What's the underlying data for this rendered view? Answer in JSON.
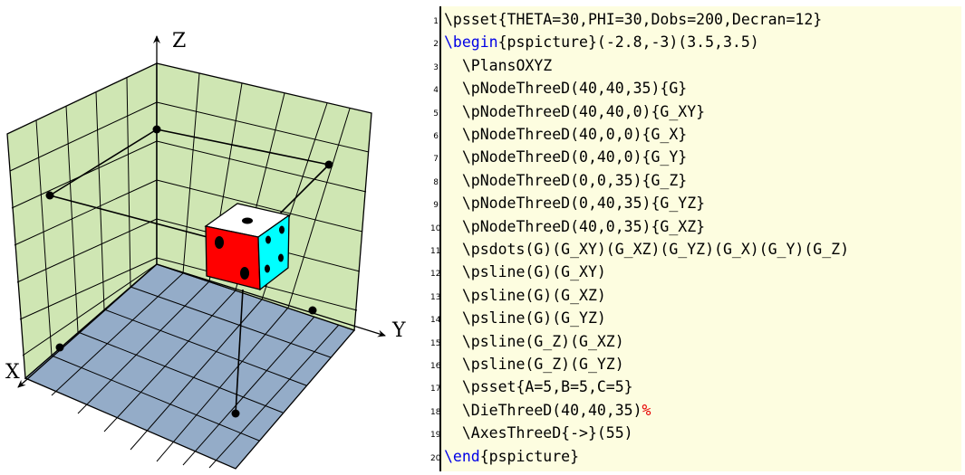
{
  "axes": {
    "x_label": "X",
    "y_label": "Y",
    "z_label": "Z"
  },
  "colors": {
    "wall": "#cfe6b3",
    "floor": "#94acc8",
    "die_top": "#ffffff",
    "die_front": "#ff0000",
    "die_right": "#00ffff",
    "code_background": "#fdfde0",
    "keyword": "#0000e6",
    "comment": "#e60000"
  },
  "code": [
    {
      "n": "1",
      "pre": "\\psset{THETA=30,PHI=30,Dobs=200,Decran=12}",
      "kw": "",
      "post": "",
      "cm": ""
    },
    {
      "n": "2",
      "pre": "",
      "kw": "\\begin",
      "post": "{pspicture}(-2.8,-3)(3.5,3.5)",
      "cm": ""
    },
    {
      "n": "3",
      "pre": "  \\PlansOXYZ",
      "kw": "",
      "post": "",
      "cm": ""
    },
    {
      "n": "4",
      "pre": "  \\pNodeThreeD(40,40,35){G}",
      "kw": "",
      "post": "",
      "cm": ""
    },
    {
      "n": "5",
      "pre": "  \\pNodeThreeD(40,40,0){G_XY}",
      "kw": "",
      "post": "",
      "cm": ""
    },
    {
      "n": "6",
      "pre": "  \\pNodeThreeD(40,0,0){G_X}",
      "kw": "",
      "post": "",
      "cm": ""
    },
    {
      "n": "7",
      "pre": "  \\pNodeThreeD(0,40,0){G_Y}",
      "kw": "",
      "post": "",
      "cm": ""
    },
    {
      "n": "8",
      "pre": "  \\pNodeThreeD(0,0,35){G_Z}",
      "kw": "",
      "post": "",
      "cm": ""
    },
    {
      "n": "9",
      "pre": "  \\pNodeThreeD(0,40,35){G_YZ}",
      "kw": "",
      "post": "",
      "cm": ""
    },
    {
      "n": "10",
      "pre": "  \\pNodeThreeD(40,0,35){G_XZ}",
      "kw": "",
      "post": "",
      "cm": ""
    },
    {
      "n": "11",
      "pre": "  \\psdots(G)(G_XY)(G_XZ)(G_YZ)(G_X)(G_Y)(G_Z)",
      "kw": "",
      "post": "",
      "cm": ""
    },
    {
      "n": "12",
      "pre": "  \\psline(G)(G_XY)",
      "kw": "",
      "post": "",
      "cm": ""
    },
    {
      "n": "13",
      "pre": "  \\psline(G)(G_XZ)",
      "kw": "",
      "post": "",
      "cm": ""
    },
    {
      "n": "14",
      "pre": "  \\psline(G)(G_YZ)",
      "kw": "",
      "post": "",
      "cm": ""
    },
    {
      "n": "15",
      "pre": "  \\psline(G_Z)(G_XZ)",
      "kw": "",
      "post": "",
      "cm": ""
    },
    {
      "n": "16",
      "pre": "  \\psline(G_Z)(G_YZ)",
      "kw": "",
      "post": "",
      "cm": ""
    },
    {
      "n": "17",
      "pre": "  \\psset{A=5,B=5,C=5}",
      "kw": "",
      "post": "",
      "cm": ""
    },
    {
      "n": "18",
      "pre": "  \\DieThreeD(40,40,35)",
      "kw": "",
      "post": "",
      "cm": "%"
    },
    {
      "n": "19",
      "pre": "  \\AxesThreeD{->}(55)",
      "kw": "",
      "post": "",
      "cm": ""
    },
    {
      "n": "20",
      "pre": "",
      "kw": "\\end",
      "post": "{pspicture}",
      "cm": ""
    }
  ]
}
